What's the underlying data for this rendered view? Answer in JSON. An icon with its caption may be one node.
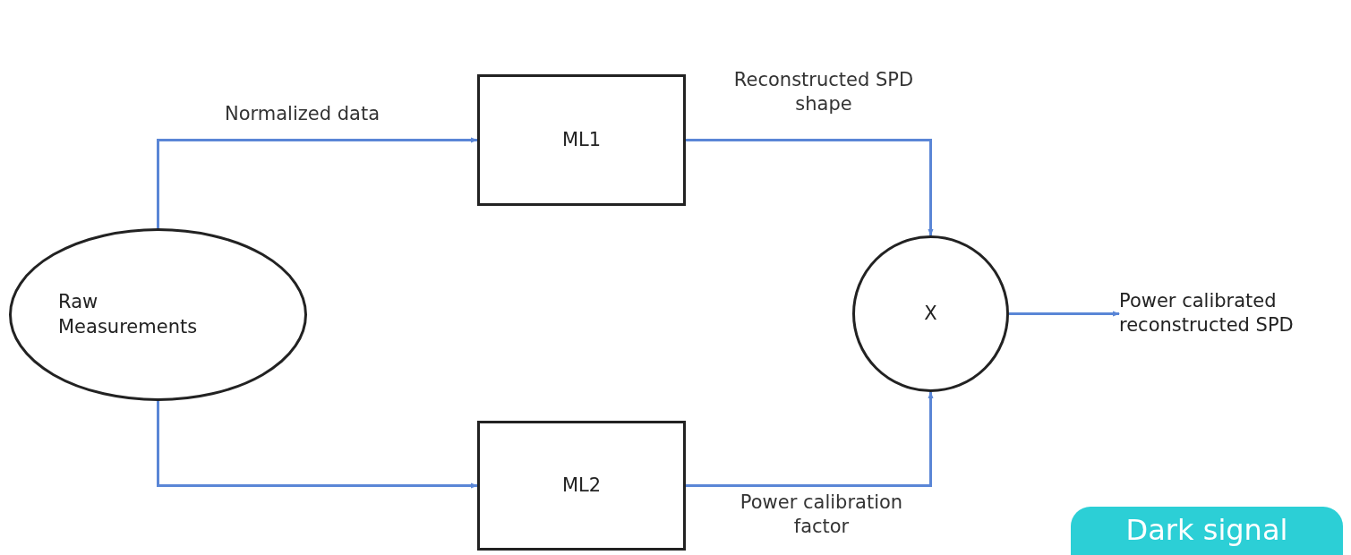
{
  "diagram": {
    "nodes": [
      {
        "text": [
          "Raw Measurements"
        ]
      },
      {
        "text": [
          "ML1"
        ]
      },
      {
        "text": [
          "ML2"
        ]
      },
      {
        "text": [
          "X"
        ]
      },
      {
        "text": [
          "Power calibrated reconstructed SPD"
        ]
      },
      {
        "text": [
          "Dark signal"
        ]
      }
    ],
    "edges": [
      {
        "from": 0,
        "to": 1,
        "arrow": "to",
        "label": "Normalized data"
      },
      {
        "from": 0,
        "to": 2,
        "arrow": "to"
      },
      {
        "from": 1,
        "to": 3,
        "arrow": "to",
        "label": "Reconstructed SPD shape"
      },
      {
        "from": 2,
        "to": 3,
        "arrow": "to",
        "label": "Power calibration factor"
      },
      {
        "from": 3,
        "to": 4,
        "arrow": "to"
      }
    ]
  }
}
